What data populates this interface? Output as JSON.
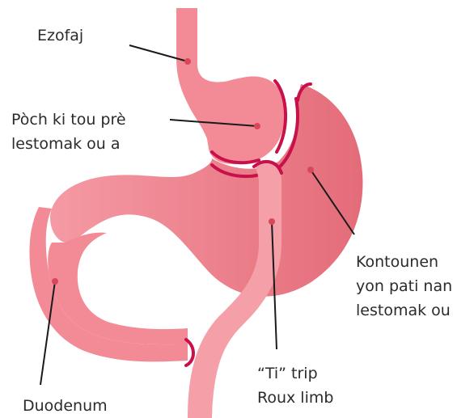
{
  "labels": {
    "esophagus": [
      "Ezofaj"
    ],
    "pouch": [
      "Pòch ki tou prè",
      "lestomak ou a"
    ],
    "remnant": [
      "Kontounen",
      "yon pati nan",
      "lestomak ou"
    ],
    "roux_limb": [
      "“Ti” trip",
      "Roux limb"
    ],
    "duodenum": [
      "Duodenum"
    ]
  },
  "colors": {
    "tissue": "#f28b96",
    "tissue_dark": "#e8707c",
    "staple": "#c8104a",
    "leader": "#1a1a1a",
    "dot": "#d8485a"
  }
}
